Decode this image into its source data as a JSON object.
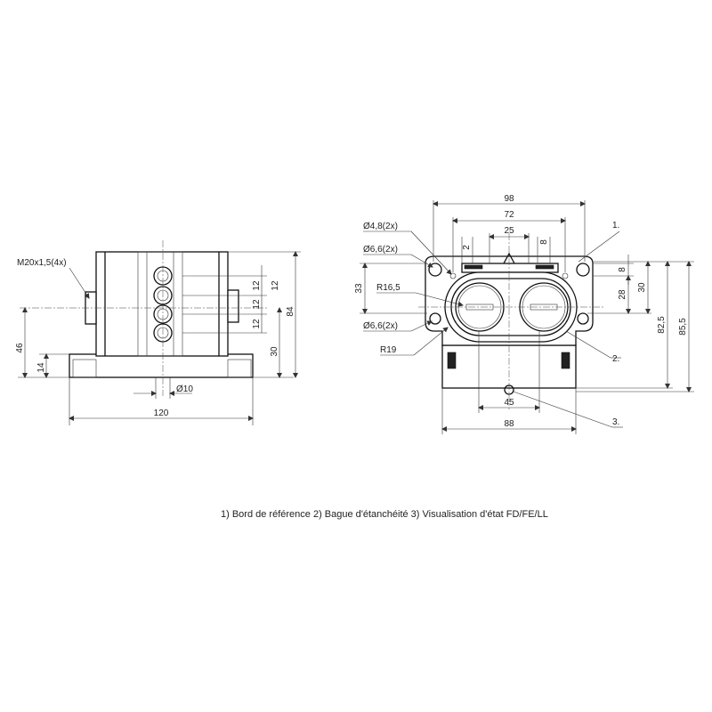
{
  "side_view": {
    "thread_label": "M20x1,5(4x)",
    "dim_46": "46",
    "dim_14": "14",
    "dim_120": "120",
    "dim_dia10": "Ø10",
    "dim_12a": "12",
    "dim_12b": "12",
    "dim_12c": "12",
    "dim_12d": "12",
    "dim_30": "30",
    "dim_84": "84"
  },
  "front_view": {
    "dim_98": "98",
    "dim_72": "72",
    "dim_25": "25",
    "dim_2": "2",
    "dim_8_top": "8",
    "hole_48": "Ø4,8(2x)",
    "hole_66_top": "Ø6,6(2x)",
    "hole_66_bottom": "Ø6,6(2x)",
    "radius_165": "R16,5",
    "radius_19": "R19",
    "dim_33": "33",
    "dim_8_right": "8",
    "dim_28": "28",
    "dim_30": "30",
    "dim_825": "82,5",
    "dim_855": "85,5",
    "dim_45": "45",
    "dim_88": "88",
    "callout_1": "1.",
    "callout_2": "2.",
    "callout_3": "3."
  },
  "legend": {
    "text": "1) Bord de référence  2) Bague d'étanchéité  3) Visualisation d'état FD/FE/LL"
  }
}
